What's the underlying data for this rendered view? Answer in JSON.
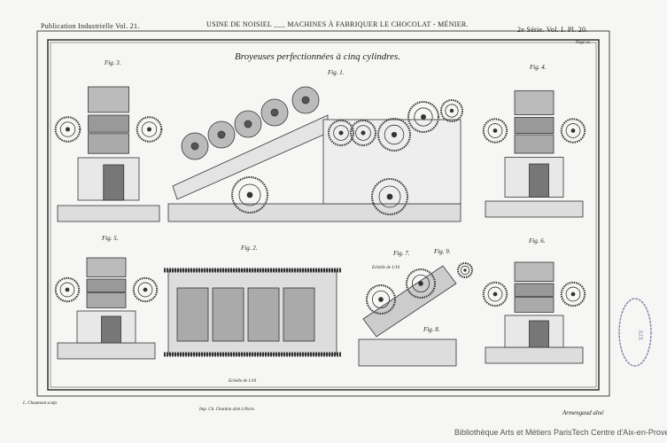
{
  "header": {
    "left": "Publication Industrielle  Vol. 21.",
    "center": "USINE DE NOISIEL ___ MACHINES À FABRIQUER LE CHOCOLAT - MÉNIER.",
    "right": "2e Série.  Vol. I.  Pl. 20.",
    "page_ref": "Page xx."
  },
  "plate": {
    "title": "Broyeuses perfectionnées à cinq cylindres.",
    "figures": [
      "Fig. 3.",
      "Fig. 1.",
      "Fig. 4.",
      "Fig. 5.",
      "Fig. 2.",
      "Fig. 7.",
      "Fig. 9.",
      "Fig. 8.",
      "Fig. 6."
    ],
    "scales": [
      "Echelle de 1/10",
      "Echelle de 1/10"
    ]
  },
  "footer": {
    "engraver": "L. Chaumont sculp.",
    "printer": "Imp. Ch. Chardon aîné à Paris",
    "author": "Armengaud aîné"
  },
  "credit": "Bibliothèque Arts et Métiers ParisTech Centre d'Aix-en-Provence",
  "stamp": "ÉCOLE D'ARTS ET MÉTIERS Aix"
}
